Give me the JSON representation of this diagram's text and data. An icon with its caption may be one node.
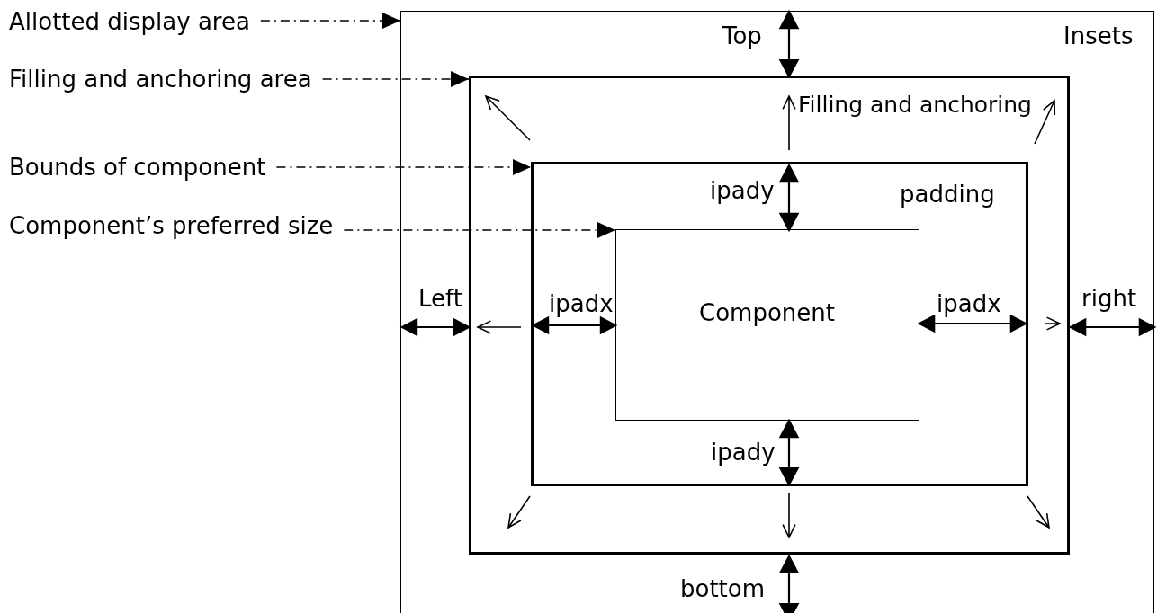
{
  "diagram": {
    "nodes": [
      {
        "text": [
          "Allotted display area"
        ]
      },
      {
        "text": [
          "Filling and anchoring area"
        ]
      },
      {
        "text": [
          "Bounds of component"
        ]
      },
      {
        "text": [
          "Component’s preferred size"
        ]
      },
      {
        "text": [
          "Insets"
        ]
      },
      {
        "text": [
          "Filling and anchoring"
        ],
        "in": 4
      },
      {
        "text": [
          "padding"
        ],
        "in": 5
      },
      {
        "text": [
          "Component"
        ],
        "in": 6
      }
    ],
    "edges": [
      {
        "from": 0,
        "to": 4,
        "arrow": "to",
        "style": "dashed"
      },
      {
        "from": 1,
        "to": 5,
        "arrow": "to",
        "style": "dashed"
      },
      {
        "from": 2,
        "to": 6,
        "arrow": "to",
        "style": "dashed"
      },
      {
        "from": 3,
        "to": 7,
        "arrow": "to",
        "style": "dashed"
      }
    ],
    "labels": [
      "Top",
      "ipady",
      "Left",
      "ipadx",
      "ipadx",
      "right",
      "ipady",
      "bottom"
    ]
  }
}
